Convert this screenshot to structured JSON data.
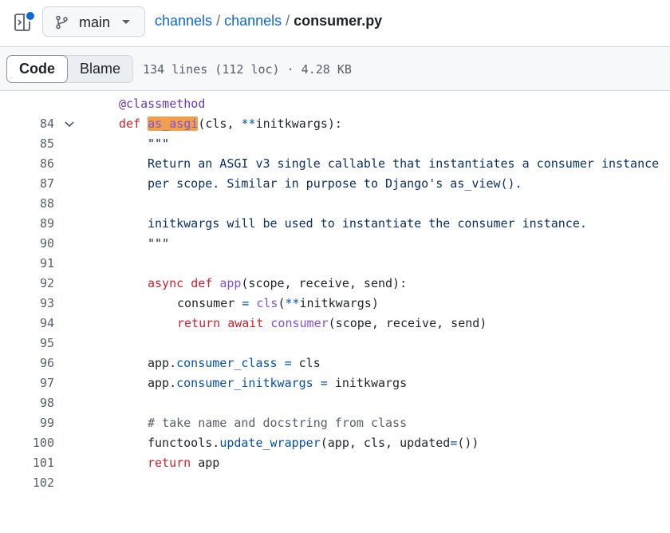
{
  "branch": {
    "name": "main"
  },
  "breadcrumb": {
    "repo": "channels",
    "folder": "channels",
    "separator": "/",
    "file": "consumer.py"
  },
  "view_tabs": {
    "code": "Code",
    "blame": "Blame"
  },
  "file_info": "134 lines (112 loc) · 4.28 KB",
  "code": {
    "lines": [
      {
        "num": "84"
      },
      {
        "num": "85"
      },
      {
        "num": "86"
      },
      {
        "num": "87"
      },
      {
        "num": "88"
      },
      {
        "num": "89"
      },
      {
        "num": "90"
      },
      {
        "num": "91"
      },
      {
        "num": "92"
      },
      {
        "num": "93"
      },
      {
        "num": "94"
      },
      {
        "num": "95"
      },
      {
        "num": "96"
      },
      {
        "num": "97"
      },
      {
        "num": "98"
      },
      {
        "num": "99"
      },
      {
        "num": "100"
      },
      {
        "num": "101"
      },
      {
        "num": "102"
      }
    ],
    "t": {
      "l84": "@classmethod",
      "def": "def",
      "as_asgi": "as_asgi",
      "p85a": "(cls, ",
      "star": "**",
      "p85b": "initkwargs):",
      "doc_open": "\"\"\"",
      "l87": "Return an ASGI v3 single callable that instantiates a consumer instance",
      "l88": "per scope. Similar in purpose to Django's as_view().",
      "l90": "initkwargs will be used to instantiate the consumer instance.",
      "doc_close": "\"\"\"",
      "async": "async",
      "def2": "def",
      "app": "app",
      "p93": "(scope, receive, send):",
      "consumer": "consumer",
      "eq": "=",
      "cls": "cls",
      "paren_o": "(",
      "star2": "**",
      "p94": "initkwargs)",
      "return": "return",
      "await": "await",
      "consumer2": "consumer",
      "p95": "(scope, receive, send)",
      "app97": "app.",
      "consumer_class": "consumer_class",
      "eq97": "=",
      "cls97": "cls",
      "app98": "app.",
      "consumer_initkwargs": "consumer_initkwargs",
      "eq98": "=",
      "v98": "initkwargs",
      "l100": "# take name and docstring from class",
      "functools": "functools.",
      "update_wrapper": "update_wrapper",
      "p101a": "(app, cls, updated",
      "eq101": "=",
      "p101b": "())",
      "return2": "return",
      "v102": "app"
    }
  },
  "icons": {
    "sidebar_toggle": "sidebar-expand-icon",
    "branch": "git-branch-icon",
    "dropdown": "triangle-down-icon",
    "fold": "chevron-down-icon"
  },
  "colors": {
    "link": "#0969da",
    "keyword": "#cf222e",
    "function": "#8250df",
    "highlight": "#f0a04b"
  }
}
